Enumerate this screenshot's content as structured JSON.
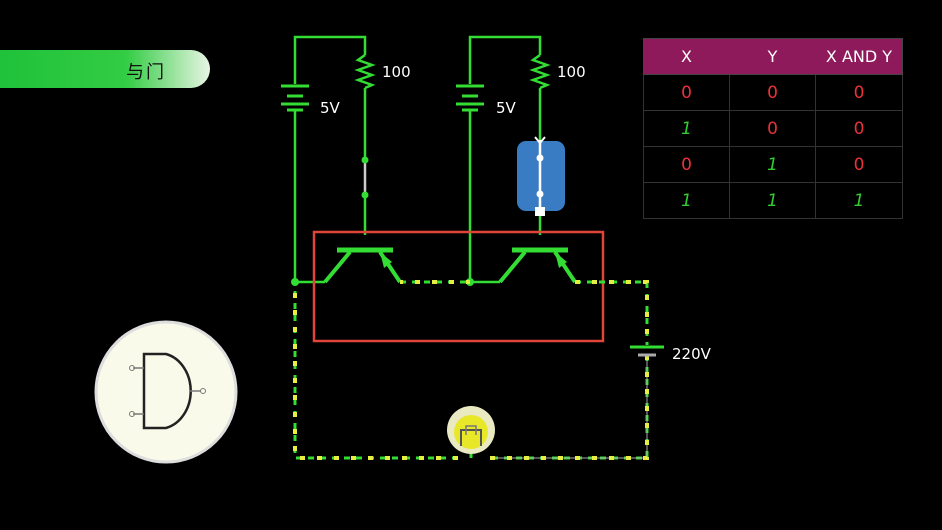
{
  "banner": {
    "title": "与门"
  },
  "labels": {
    "battery_left": "5V",
    "battery_right": "5V",
    "resistor_left": "100",
    "resistor_right": "100",
    "battery_main": "220V"
  },
  "truth_table": {
    "headers": [
      "X",
      "Y",
      "X AND Y"
    ],
    "rows": [
      [
        "0",
        "0",
        "0"
      ],
      [
        "1",
        "0",
        "0"
      ],
      [
        "0",
        "1",
        "0"
      ],
      [
        "1",
        "1",
        "1"
      ]
    ]
  },
  "colors": {
    "wire": "#33dd33",
    "current_dot": "#e6ee44",
    "highlight_box": "#e0453a",
    "table_header": "#8e1a5c",
    "zero": "#e8323a",
    "one": "#33cc33"
  }
}
